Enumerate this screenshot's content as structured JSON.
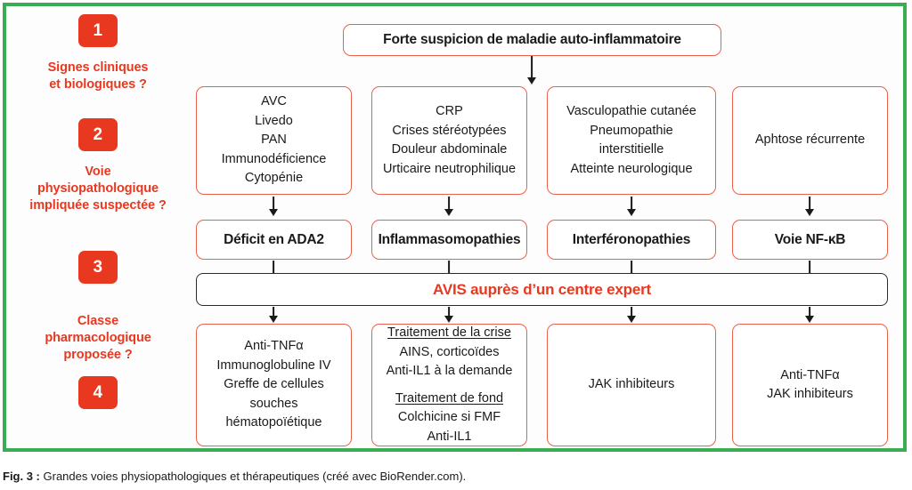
{
  "figure": {
    "caption_prefix": "Fig. 3 :",
    "caption_text": " Grandes voies physiopathologiques et thérapeutiques (créé avec BioRender.com).",
    "border_color": "#3aad52",
    "accent_color": "#e8381f",
    "box_border_color": "#e8624b"
  },
  "steps": [
    {
      "number": "1",
      "label": "Signes cliniques\net biologiques ?"
    },
    {
      "number": "2",
      "label": "Voie\nphysiopathologique\nimpliquée suspectée ?"
    },
    {
      "number": "3",
      "label": "Classe\npharmacologique\nproposée ?"
    },
    {
      "number": "4",
      "label": ""
    }
  ],
  "header": {
    "title": "Forte suspicion de maladie auto-inflammatoire"
  },
  "columns": [
    {
      "signs": "AVC\nLivedo\nPAN\nImmunodéficience\nCytopénie",
      "pathway": "Déficit en ADA2",
      "treatment": "Anti-TNFα\nImmunoglobuline IV\nGreffe de cellules\nsouches\nhématopoïétique"
    },
    {
      "signs": "CRP\nCrises stéréotypées\nDouleur abdominale\nUrticaire neutrophilique",
      "pathway": "Inflammasomopathies",
      "treatment_groups": [
        {
          "heading": "Traitement de la crise",
          "body": "AINS, corticoïdes\nAnti-IL1 à la demande"
        },
        {
          "heading": "Traitement de fond",
          "body": "Colchicine si FMF\nAnti-IL1"
        }
      ]
    },
    {
      "signs": "Vasculopathie cutanée\nPneumopathie\ninterstitielle\nAtteinte neurologique",
      "pathway": "Interféronopathies",
      "treatment": "JAK inhibiteurs"
    },
    {
      "signs": "Aphtose récurrente",
      "pathway": "Voie NF-κB",
      "treatment": "Anti-TNFα\nJAK inhibiteurs"
    }
  ],
  "expert_banner": {
    "label": "AVIS auprès d’un centre expert"
  }
}
